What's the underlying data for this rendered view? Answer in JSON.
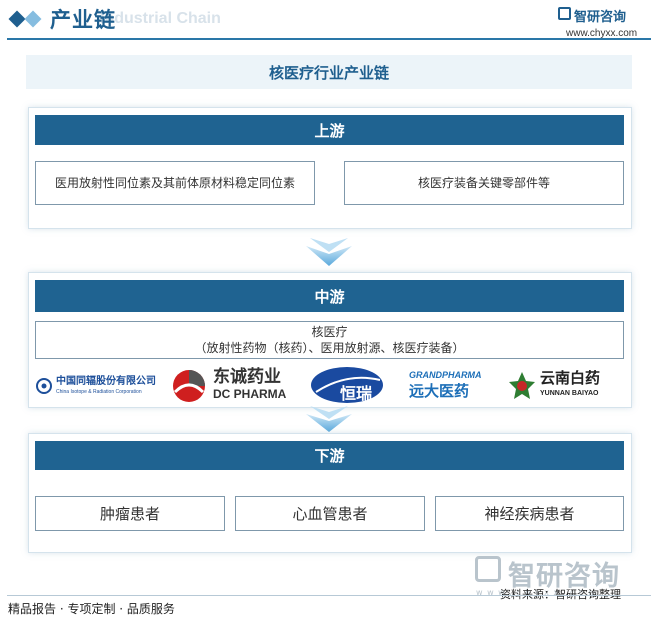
{
  "header": {
    "title": "产业链",
    "watermark_text": "Industrial Chain",
    "brand": "智研咨询",
    "url": "www.chyxx.com"
  },
  "main_title": "核医疗行业产业链",
  "upstream": {
    "label": "上游",
    "items": [
      "医用放射性同位素及其前体原材料稳定同位素",
      "核医疗装备关键零部件等"
    ]
  },
  "midstream": {
    "label": "中游",
    "box_line1": "核医疗",
    "box_line2": "（放射性药物（核药）、医用放射源、核医疗装备）",
    "companies": [
      {
        "name": "中国同辐股份有限公司",
        "sub": "China Isotope & Radiation Corporation"
      },
      {
        "name": "东诚药业",
        "sub": "DC PHARMA"
      },
      {
        "name": "恒瑞",
        "sub": ""
      },
      {
        "name": "远大医药",
        "sub": "GRANDPHARMA"
      },
      {
        "name": "云南白药",
        "sub": "YUNNAN BAIYAO"
      }
    ]
  },
  "downstream": {
    "label": "下游",
    "items": [
      "肿瘤患者",
      "心血管患者",
      "神经疾病患者"
    ]
  },
  "footer": {
    "left": "精品报告 · 专项定制 · 品质服务",
    "source": "资料来源：智研咨询整理",
    "watermark": "智研咨询",
    "watermark_url": "w w w . c h y x x . c o m"
  },
  "colors": {
    "primary": "#1f6391",
    "title_bg": "#ecf4f9",
    "arrow": "#7fbde4"
  }
}
